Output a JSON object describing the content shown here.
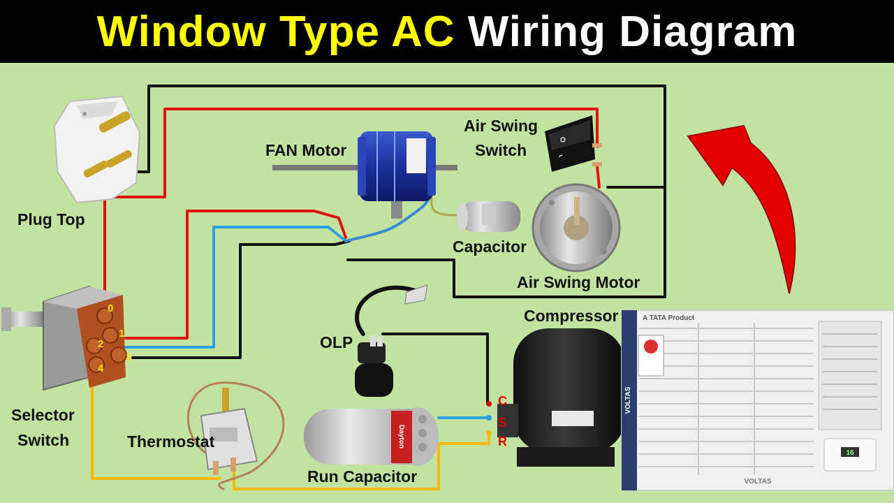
{
  "title": {
    "part1": "Window Type AC",
    "part2": "Wiring Diagram"
  },
  "labels": {
    "plug_top": "Plug Top",
    "fan_motor": "FAN Motor",
    "air_swing_switch_1": "Air Swing",
    "air_swing_switch_2": "Switch",
    "capacitor": "Capacitor",
    "air_swing_motor": "Air Swing Motor",
    "olp": "OLP",
    "compressor": "Compressor",
    "selector_switch_1": "Selector",
    "selector_switch_2": "Switch",
    "thermostat": "Thermostat",
    "run_capacitor": "Run Capacitor"
  },
  "selector_terminals": [
    "0",
    "1",
    "2",
    "3",
    "4"
  ],
  "compressor_terminals": [
    "C",
    "S",
    "R"
  ],
  "run_capacitor_brand": "Dayton",
  "ac_unit": {
    "brand_top": "A TATA Product",
    "brand_bottom": "VOLTAS",
    "side_brand": "VOLTAS",
    "display": "16"
  },
  "colors": {
    "title_bg": "#000000",
    "title_accent": "#ffff00",
    "background": "#c2e39f",
    "wire_black": "#111111",
    "wire_red": "#e01010",
    "wire_blue": "#2aa0e0",
    "wire_yellow": "#f5b800",
    "arrow": "#e30000"
  }
}
